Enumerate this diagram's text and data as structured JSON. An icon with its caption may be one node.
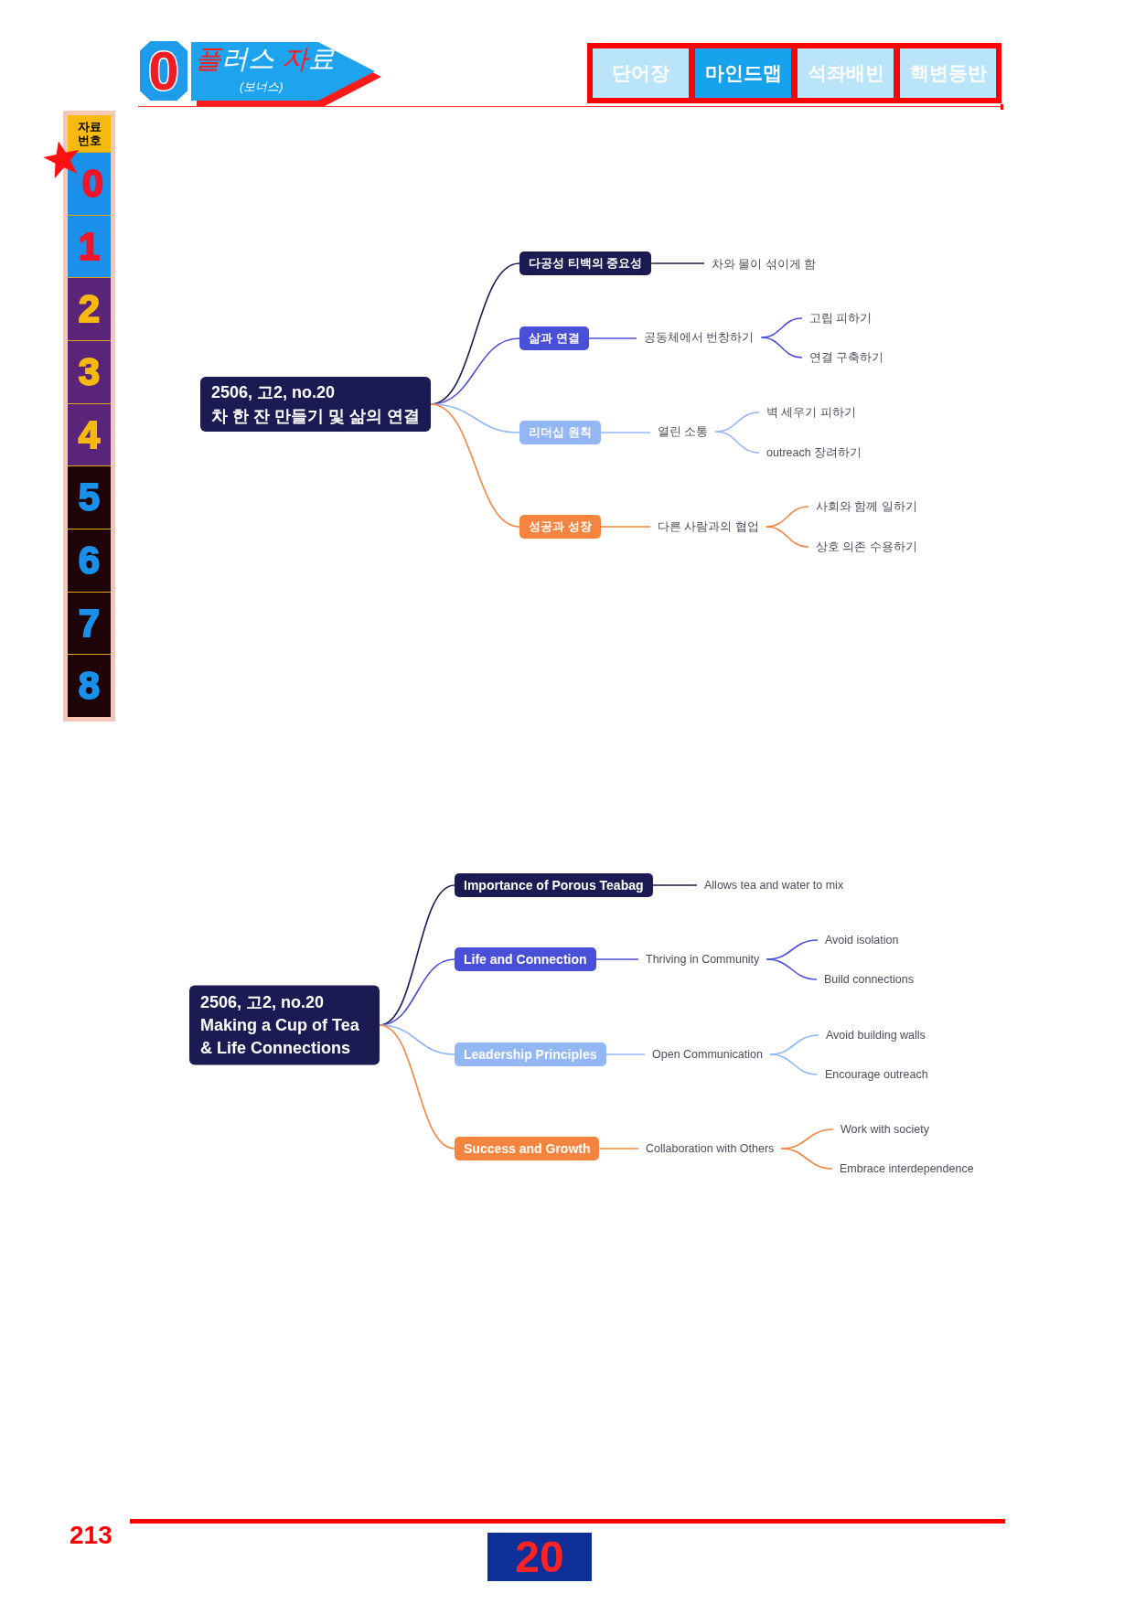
{
  "diagram": {
    "nodes": [
      {
        "text": [
          "2506, 고2, no.20",
          "차 한 잔 만들기 및 삶의 연결"
        ]
      },
      {
        "text": [
          "다공성 티백의 중요성"
        ]
      },
      {
        "text": [
          "차와 물이 섞이게 함"
        ]
      },
      {
        "text": [
          "삶과 연결"
        ]
      },
      {
        "text": [
          "공동체에서 번창하기"
        ]
      },
      {
        "text": [
          "고립 피하기"
        ]
      },
      {
        "text": [
          "연결 구축하기"
        ]
      },
      {
        "text": [
          "리더십 원칙"
        ]
      },
      {
        "text": [
          "열린 소통"
        ]
      },
      {
        "text": [
          "벽 세우기 피하기"
        ]
      },
      {
        "text": [
          "outreach 장려하기"
        ]
      },
      {
        "text": [
          "성공과 성장"
        ]
      },
      {
        "text": [
          "다른 사람과의 협업"
        ]
      },
      {
        "text": [
          "사회와 함께 일하기"
        ]
      },
      {
        "text": [
          "상호 의존 수용하기"
        ]
      },
      {
        "text": [
          "2506, 고2, no.20",
          "Making a Cup of Tea & Life Connections"
        ]
      },
      {
        "text": [
          "Importance of Porous Teabag"
        ]
      },
      {
        "text": [
          "Allows tea and water to mix"
        ]
      },
      {
        "text": [
          "Life and Connection"
        ]
      },
      {
        "text": [
          "Thriving in Community"
        ]
      },
      {
        "text": [
          "Avoid isolation"
        ]
      },
      {
        "text": [
          "Build connections"
        ]
      },
      {
        "text": [
          "Leadership Principles"
        ]
      },
      {
        "text": [
          "Open Communication"
        ]
      },
      {
        "text": [
          "Avoid building walls"
        ]
      },
      {
        "text": [
          "Encourage outreach"
        ]
      },
      {
        "text": [
          "Success and Growth"
        ]
      },
      {
        "text": [
          "Collaboration with Others"
        ]
      },
      {
        "text": [
          "Work with society"
        ]
      },
      {
        "text": [
          "Embrace interdependence"
        ]
      }
    ],
    "edges": [
      {
        "from": 0,
        "to": 1,
        "arrow": "none",
        "color": "#1c1a52"
      },
      {
        "from": 1,
        "to": 2,
        "arrow": "none",
        "color": "#1c1a52"
      },
      {
        "from": 0,
        "to": 3,
        "arrow": "none",
        "color": "#4a4fd8"
      },
      {
        "from": 3,
        "to": 4,
        "arrow": "none",
        "color": "#4a4fd8"
      },
      {
        "from": 4,
        "to": 5,
        "arrow": "none",
        "color": "#4a4fd8"
      },
      {
        "from": 4,
        "to": 6,
        "arrow": "none",
        "color": "#4a4fd8"
      },
      {
        "from": 0,
        "to": 7,
        "arrow": "none",
        "color": "#93b6f5"
      },
      {
        "from": 7,
        "to": 8,
        "arrow": "none",
        "color": "#93b6f5"
      },
      {
        "from": 8,
        "to": 9,
        "arrow": "none",
        "color": "#93b6f5"
      },
      {
        "from": 8,
        "to": 10,
        "arrow": "none",
        "color": "#93b6f5"
      },
      {
        "from": 0,
        "to": 11,
        "arrow": "none",
        "color": "#f7843e"
      },
      {
        "from": 11,
        "to": 12,
        "arrow": "none",
        "color": "#f7843e"
      },
      {
        "from": 12,
        "to": 13,
        "arrow": "none",
        "color": "#f7843e"
      },
      {
        "from": 12,
        "to": 14,
        "arrow": "none",
        "color": "#f7843e"
      },
      {
        "from": 15,
        "to": 16,
        "arrow": "none",
        "color": "#1c1a52"
      },
      {
        "from": 16,
        "to": 17,
        "arrow": "none",
        "color": "#1c1a52"
      },
      {
        "from": 15,
        "to": 18,
        "arrow": "none",
        "color": "#4a4fd8"
      },
      {
        "from": 18,
        "to": 19,
        "arrow": "none",
        "color": "#4a4fd8"
      },
      {
        "from": 19,
        "to": 20,
        "arrow": "none",
        "color": "#4a4fd8"
      },
      {
        "from": 19,
        "to": 21,
        "arrow": "none",
        "color": "#4a4fd8"
      },
      {
        "from": 15,
        "to": 22,
        "arrow": "none",
        "color": "#93b6f5"
      },
      {
        "from": 22,
        "to": 23,
        "arrow": "none",
        "color": "#93b6f5"
      },
      {
        "from": 23,
        "to": 24,
        "arrow": "none",
        "color": "#93b6f5"
      },
      {
        "from": 23,
        "to": 25,
        "arrow": "none",
        "color": "#93b6f5"
      },
      {
        "from": 15,
        "to": 26,
        "arrow": "none",
        "color": "#f7843e"
      },
      {
        "from": 26,
        "to": 27,
        "arrow": "none",
        "color": "#f7843e"
      },
      {
        "from": 27,
        "to": 28,
        "arrow": "none",
        "color": "#f7843e"
      },
      {
        "from": 27,
        "to": 29,
        "arrow": "none",
        "color": "#f7843e"
      }
    ],
    "labels": [
      "0",
      "플러스 자료",
      "(보너스)",
      "단어장",
      "마인드맵",
      "석좌배빈",
      "핵변동반",
      "자료 번호",
      "0",
      "1",
      "2",
      "3",
      "4",
      "5",
      "6",
      "7",
      "8",
      "213",
      "20"
    ]
  }
}
